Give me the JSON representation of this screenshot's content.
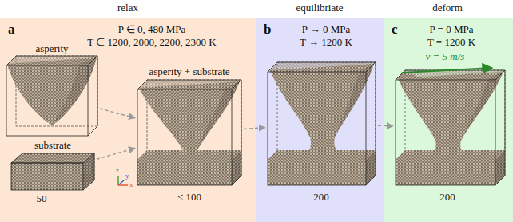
{
  "diagram": {
    "nodes": [
      {
        "text": [
          "relax",
          "a",
          "P ∈ 0, 480 MPa",
          "T ∈ 1200, 2000, 2200, 2300 K"
        ]
      },
      {
        "text": [
          "asperity"
        ],
        "in": 0
      },
      {
        "text": [
          "substrate",
          "50"
        ],
        "in": 0
      },
      {
        "text": [
          "asperity + substrate",
          "≤ 100"
        ],
        "in": 0
      },
      {
        "text": [
          "equilibriate",
          "b",
          "P → 0 MPa",
          "T → 1200 K"
        ]
      },
      {
        "text": [
          "200"
        ],
        "in": 4
      },
      {
        "text": [
          "deform",
          "c",
          "P = 0 MPa",
          "T = 1200 K"
        ]
      },
      {
        "text": [
          "200"
        ],
        "in": 6
      }
    ],
    "edges": [
      {
        "from": 1,
        "to": 3,
        "arrow": "to"
      },
      {
        "from": 2,
        "to": 3,
        "arrow": "to"
      },
      {
        "from": 3,
        "to": 5,
        "arrow": "to"
      },
      {
        "from": 5,
        "to": 7,
        "arrow": "to"
      }
    ],
    "labels": [
      "v = 5 m/s",
      "z",
      "y",
      "x"
    ]
  }
}
